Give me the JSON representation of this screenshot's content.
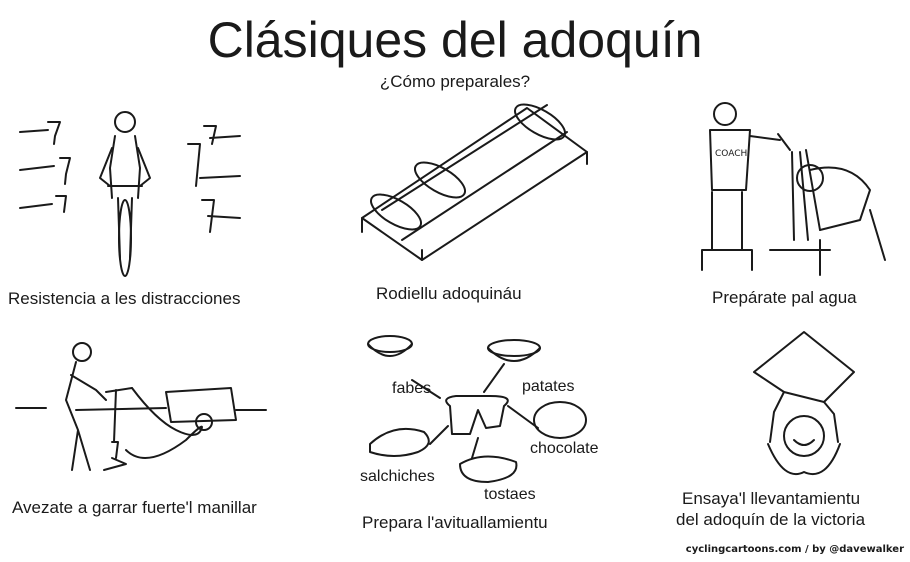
{
  "title": "Clásiques del adoquín",
  "subtitle": "¿Cómo preparales?",
  "panels": {
    "p1": {
      "caption": "Resistencia a les distracciones",
      "icon": "cyclist-with-drinks-illustration"
    },
    "p2": {
      "caption": "Rodiellu adoquináu",
      "icon": "cobblestone-roller-illustration"
    },
    "p3": {
      "caption": "Prepárate pal agua",
      "icon": "coach-shower-cyclist-illustration",
      "shirt_text": "COACH"
    },
    "p4": {
      "caption": "Avezate a garrar fuerte'l manillar",
      "icon": "jackhammer-illustration"
    },
    "p5": {
      "caption": "Prepara l'avituallamientu",
      "icon": "food-bowls-illustration",
      "labels": {
        "fabes": "fabes",
        "patates": "patates",
        "chocolate": "chocolate",
        "salchiches": "salchiches",
        "tostaes": "tostaes"
      }
    },
    "p6": {
      "caption_line1": "Ensaya'l llevantamientu",
      "caption_line2": "del adoquín de la victoria",
      "icon": "cobblestone-trophy-lift-illustration"
    }
  },
  "credit": "cyclingcartoons.com / by @davewalker"
}
